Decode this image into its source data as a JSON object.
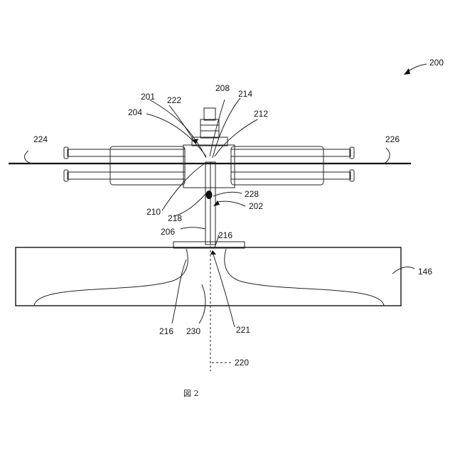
{
  "labels": {
    "fig_ref": "200",
    "l201": "201",
    "l204": "204",
    "l222": "222",
    "l208": "208",
    "l214": "214",
    "l212": "212",
    "l224": "224",
    "l226": "226",
    "l228": "228",
    "l202": "202",
    "l210": "210",
    "l218": "218",
    "l206": "206",
    "l216_top": "216",
    "l146": "146",
    "l216_bottom": "216",
    "l230": "230",
    "l221": "221",
    "l220": "220"
  },
  "caption": "図 2"
}
